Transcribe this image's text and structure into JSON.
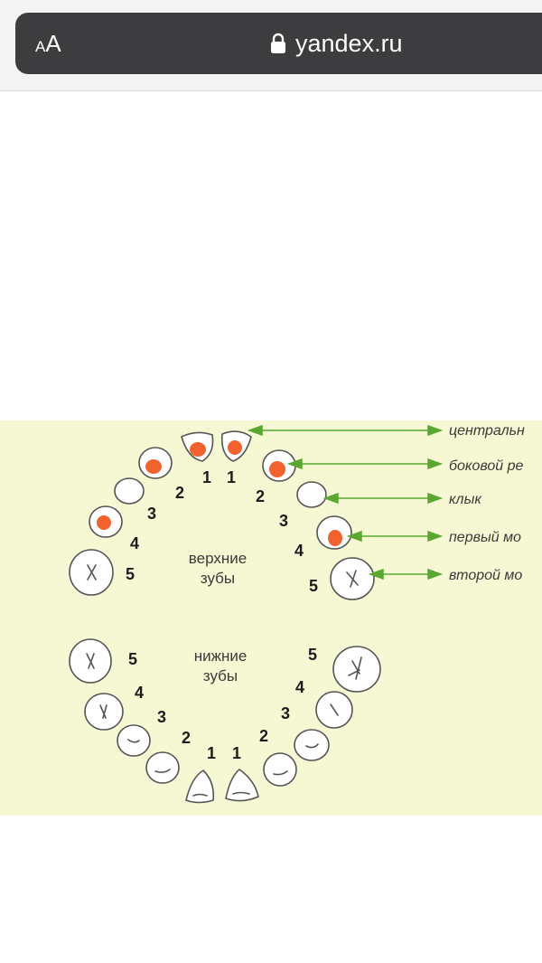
{
  "browser": {
    "text_size_small": "A",
    "text_size_large": "A",
    "domain": "yandex.ru",
    "icons": [
      "lock-icon"
    ]
  },
  "diagram": {
    "upper_caption_line1": "верхние",
    "upper_caption_line2": "зубы",
    "lower_caption_line1": "нижние",
    "lower_caption_line2": "зубы",
    "labels": [
      "центральн",
      "боковой ре",
      "клык",
      "первый мо",
      "второй мо"
    ],
    "upper_numbers_left": [
      "1",
      "2",
      "3",
      "4",
      "5"
    ],
    "upper_numbers_right": [
      "1",
      "2",
      "3",
      "4",
      "5"
    ],
    "lower_numbers_left": [
      "1",
      "2",
      "3",
      "4",
      "5"
    ],
    "lower_numbers_right": [
      "1",
      "2",
      "3",
      "4",
      "5"
    ],
    "colors": {
      "background": "#f6f8d4",
      "arrow": "#5aa832",
      "mark": "#f2622e",
      "tooth_stroke": "#555555"
    }
  }
}
